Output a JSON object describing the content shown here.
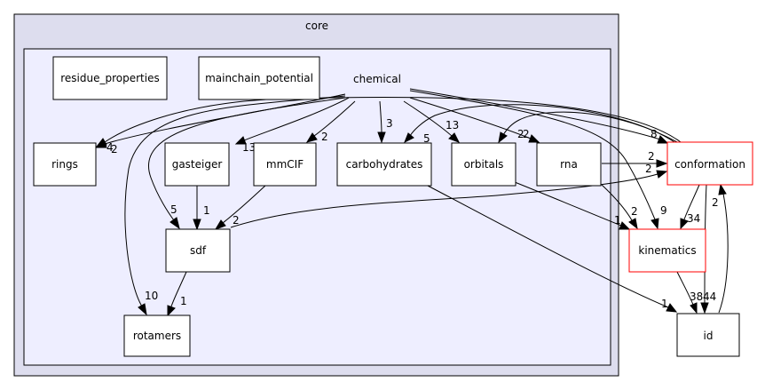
{
  "colors": {
    "outer_cluster_fill": "#ddddee",
    "inner_cluster_fill": "#eeeeff",
    "node_fill": "#ffffff",
    "node_stroke": "#000000",
    "external_node_stroke": "#ff0000",
    "edge": "#000000"
  },
  "clusters": {
    "outer": {
      "label": "core"
    },
    "inner": {
      "label": "chemical"
    }
  },
  "nodes": {
    "residue_properties": {
      "label": "residue_properties"
    },
    "mainchain_potential": {
      "label": "mainchain_potential"
    },
    "rings": {
      "label": "rings"
    },
    "gasteiger": {
      "label": "gasteiger"
    },
    "mmCIF": {
      "label": "mmCIF"
    },
    "carbohydrates": {
      "label": "carbohydrates"
    },
    "orbitals": {
      "label": "orbitals"
    },
    "rna": {
      "label": "rna"
    },
    "sdf": {
      "label": "sdf"
    },
    "rotamers": {
      "label": "rotamers"
    },
    "conformation": {
      "label": "conformation"
    },
    "kinematics": {
      "label": "kinematics"
    },
    "id": {
      "label": "id"
    }
  },
  "edges": {
    "chemical_rings": {
      "from": "chemical",
      "to": "rings",
      "label": "4"
    },
    "chemical_gasteiger": {
      "from": "chemical",
      "to": "gasteiger",
      "label": "13"
    },
    "chemical_mmCIF": {
      "from": "chemical",
      "to": "mmCIF",
      "label": "2"
    },
    "chemical_carbohydrates": {
      "from": "chemical",
      "to": "carbohydrates",
      "label": "3"
    },
    "chemical_orbitals": {
      "from": "chemical",
      "to": "orbitals",
      "label": "13"
    },
    "chemical_rna": {
      "from": "chemical",
      "to": "rna",
      "label": "2"
    },
    "chemical_sdf": {
      "from": "chemical",
      "to": "sdf",
      "label": "5"
    },
    "chemical_rotamers": {
      "from": "chemical",
      "to": "rotamers",
      "label": "10"
    },
    "chemical_conformation": {
      "from": "chemical",
      "to": "conformation",
      "label": "8"
    },
    "chemical_kinematics": {
      "from": "chemical",
      "to": "kinematics",
      "label": "9"
    },
    "gasteiger_sdf": {
      "from": "gasteiger",
      "to": "sdf",
      "label": "1"
    },
    "mmCIF_sdf": {
      "from": "mmCIF",
      "to": "sdf",
      "label": "2"
    },
    "sdf_rotamers": {
      "from": "sdf",
      "to": "rotamers",
      "label": "1"
    },
    "sdf_conformation": {
      "from": "sdf",
      "to": "conformation",
      "label": "2"
    },
    "carbohydrates_id": {
      "from": "carbohydrates",
      "to": "id",
      "label": "1"
    },
    "orbitals_kinematics": {
      "from": "orbitals",
      "to": "kinematics",
      "label": "1"
    },
    "rna_conformation": {
      "from": "rna",
      "to": "conformation",
      "label": "2"
    },
    "rna_kinematics": {
      "from": "rna",
      "to": "kinematics",
      "label": "2"
    },
    "conformation_rings": {
      "from": "conformation",
      "to": "rings",
      "label": "2"
    },
    "conformation_carbohydrates": {
      "from": "conformation",
      "to": "carbohydrates",
      "label": "5"
    },
    "conformation_orbitals": {
      "from": "conformation",
      "to": "orbitals",
      "label": "2"
    },
    "conformation_kinematics": {
      "from": "conformation",
      "to": "kinematics",
      "label": "34"
    },
    "conformation_id": {
      "from": "conformation",
      "to": "id",
      "label": "44"
    },
    "kinematics_id": {
      "from": "kinematics",
      "to": "id",
      "label": "38"
    },
    "id_conformation": {
      "from": "id",
      "to": "conformation",
      "label": "2"
    }
  }
}
